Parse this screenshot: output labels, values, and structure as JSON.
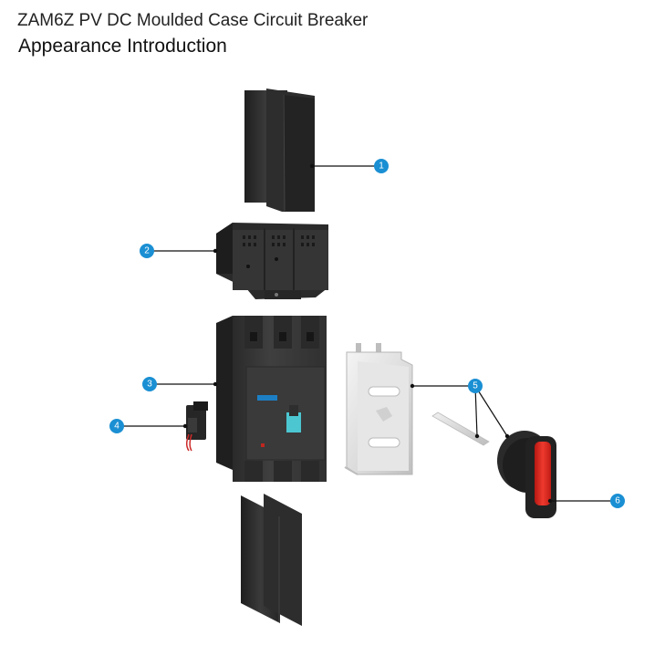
{
  "header": {
    "title": "ZAM6Z PV DC Moulded Case Circuit Breaker",
    "subtitle": "Appearance Introduction"
  },
  "callouts": [
    {
      "number": "1",
      "part": "top-arc-barrier-plates"
    },
    {
      "number": "2",
      "part": "terminal-cover"
    },
    {
      "number": "3",
      "part": "breaker-body"
    },
    {
      "number": "4",
      "part": "auxiliary-contact"
    },
    {
      "number": "5",
      "part": "mounting-bracket-and-shaft"
    },
    {
      "number": "6",
      "part": "rotary-handle"
    }
  ],
  "colors": {
    "callout_fill": "#1a8fd3",
    "body_dark": "#333333",
    "plate_dark": "#2b2b2b",
    "bracket_metal": "#e2e2e2",
    "handle_red": "#e0251f",
    "handle_black": "#1e1e1e",
    "nameplate_blue": "#1c7fc4",
    "toggle_cyan": "#4cc7d2"
  }
}
